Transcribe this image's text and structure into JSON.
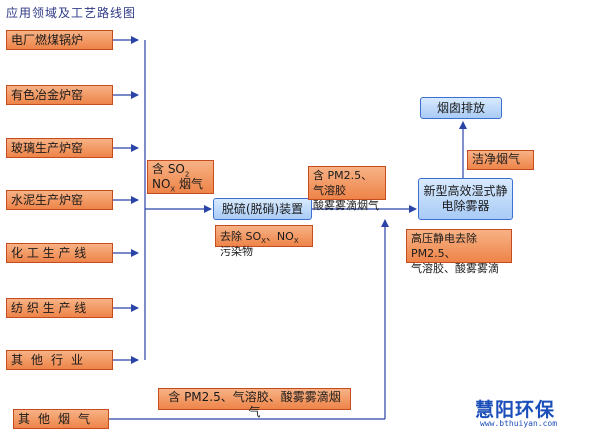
{
  "title": "应用领域及工艺路线图",
  "sources": [
    {
      "label": "电厂燃煤锅炉"
    },
    {
      "label": "有色冶金炉窑"
    },
    {
      "label": "玻璃生产炉窑"
    },
    {
      "label": "水泥生产炉窑"
    },
    {
      "label": "化 工 生 产 线"
    },
    {
      "label": "纺 织 生 产 线"
    },
    {
      "label": "其他行业"
    }
  ],
  "other_source": {
    "label": "其他烟气"
  },
  "notes": {
    "so2_line1": "含 SO",
    "so2_sub": "2",
    "nox_main": "NO",
    "nox_sub": "X",
    "nox_tail": " 烟气",
    "removal_prefix": "去除 SO",
    "removal_sub1": "X",
    "removal_mid": "、NO",
    "removal_sub2": "X",
    "removal_tail": " 污染物",
    "pm_line1": "含 PM2.5、气溶胶",
    "pm_line2": "酸雾雾滴烟气",
    "clean": "洁净烟气",
    "hp_line1": "高压静电去除 PM2.5、",
    "hp_line2": "气溶胶、酸雾雾滴",
    "other_flue": "含 PM2.5、气溶胶、酸雾雾滴烟气"
  },
  "process": {
    "desulf": "脱硫(脱硝)装置",
    "ws_line1": "新型高效湿式静",
    "ws_line2": "电除雾器",
    "chimney": "烟囱排放"
  },
  "logo": {
    "brand": "慧阳环保",
    "url": "www.bthuiyan.com"
  },
  "colors": {
    "arrow": "#2b44a8",
    "source_fill": "#ee8449",
    "process_fill": "#a9cbf6"
  }
}
